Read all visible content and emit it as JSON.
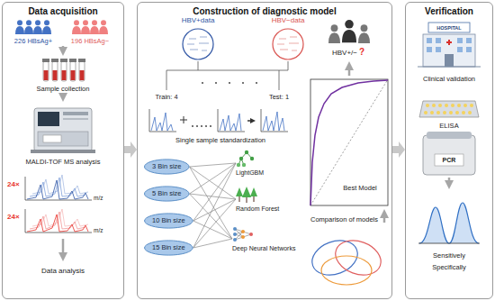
{
  "diagram": {
    "nodes": [
      {
        "text": [
          "Data acquisition"
        ]
      },
      {
        "text": [
          "Construction of diagnostic model"
        ]
      },
      {
        "text": [
          "Verification"
        ]
      },
      {
        "text": [
          "HBV+data"
        ],
        "in": 1
      },
      {
        "text": [
          "HBV−data"
        ],
        "in": 1
      },
      {
        "text": [
          "3 Bin size"
        ],
        "in": 1
      },
      {
        "text": [
          "5 Bin size"
        ],
        "in": 1
      },
      {
        "text": [
          "10 Bin size"
        ],
        "in": 1
      },
      {
        "text": [
          "15 Bin size"
        ],
        "in": 1
      },
      {
        "text": [
          "LightGBM"
        ],
        "in": 1
      },
      {
        "text": [
          "Random Forest"
        ],
        "in": 1
      },
      {
        "text": [
          "Deep Neural Networks"
        ],
        "in": 1
      }
    ],
    "edges": [
      {
        "from": 0,
        "to": 1,
        "arrow": "to"
      },
      {
        "from": 1,
        "to": 2,
        "arrow": "to"
      },
      {
        "from": 5,
        "to": 9,
        "arrow": "none"
      },
      {
        "from": 5,
        "to": 10,
        "arrow": "none"
      },
      {
        "from": 5,
        "to": 11,
        "arrow": "none"
      },
      {
        "from": 6,
        "to": 9,
        "arrow": "none"
      },
      {
        "from": 6,
        "to": 10,
        "arrow": "none"
      },
      {
        "from": 6,
        "to": 11,
        "arrow": "none"
      },
      {
        "from": 7,
        "to": 9,
        "arrow": "none"
      },
      {
        "from": 7,
        "to": 10,
        "arrow": "none"
      },
      {
        "from": 7,
        "to": 11,
        "arrow": "none"
      },
      {
        "from": 8,
        "to": 9,
        "arrow": "none"
      },
      {
        "from": 8,
        "to": 10,
        "arrow": "none"
      },
      {
        "from": 8,
        "to": 11,
        "arrow": "none"
      }
    ],
    "labels": [
      "226 HBsAg+",
      "196 HBsAg−",
      "Sample collection",
      "MALDI-TOF MS analysis",
      "24×",
      "m/z",
      "24×",
      "m/z",
      "Data analysis",
      "Train: 4",
      "Test: 1",
      "Single sample standardization",
      "Best Model",
      "HBV+/−",
      "?",
      "Comparison of models",
      "HOSPITAL",
      "Clinical validation",
      "ELISA",
      "PCR",
      "Sensitively",
      "Specifically"
    ]
  }
}
